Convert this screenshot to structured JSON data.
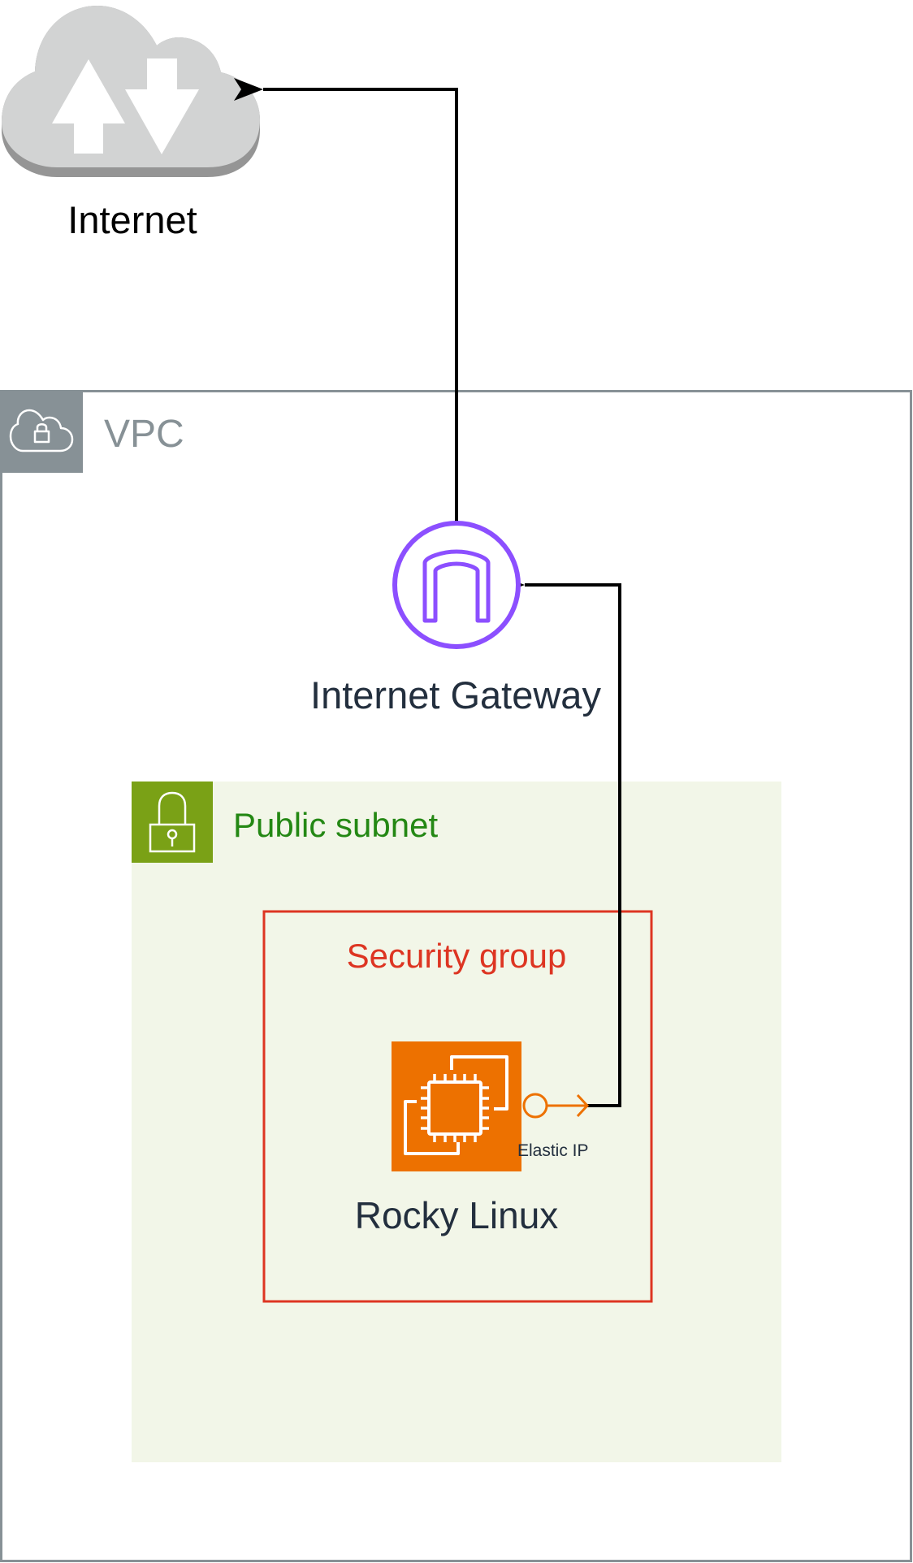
{
  "diagram": {
    "title": "AWS VPC architecture",
    "nodes": {
      "internet": {
        "label": "Internet",
        "icon": "internet-cloud-icon"
      },
      "vpc": {
        "label": "VPC",
        "icon": "vpc-cloud-lock-icon"
      },
      "internet_gateway": {
        "label": "Internet Gateway",
        "icon": "internet-gateway-icon"
      },
      "public_subnet": {
        "label": "Public subnet",
        "icon": "padlock-icon"
      },
      "security_group": {
        "label": "Security group"
      },
      "ec2_instance": {
        "label": "Rocky Linux",
        "icon": "ec2-instance-icon"
      },
      "elastic_ip": {
        "label": "Elastic IP",
        "icon": "elastic-ip-icon"
      }
    },
    "edges": [
      {
        "from": "elastic_ip",
        "to": "internet_gateway"
      },
      {
        "from": "internet_gateway",
        "to": "internet"
      }
    ],
    "colors": {
      "vpc": "#879196",
      "subnet_fill": "#f2f6e8",
      "subnet_accent": "#7aa116",
      "subnet_text": "#248814",
      "security_group": "#dd3522",
      "gateway": "#8c4fff",
      "ec2": "#ed7100",
      "label_text": "#232f3e",
      "cloud_fill": "#d2d3d3",
      "cloud_shadow": "#959595",
      "connector": "#000000"
    }
  }
}
